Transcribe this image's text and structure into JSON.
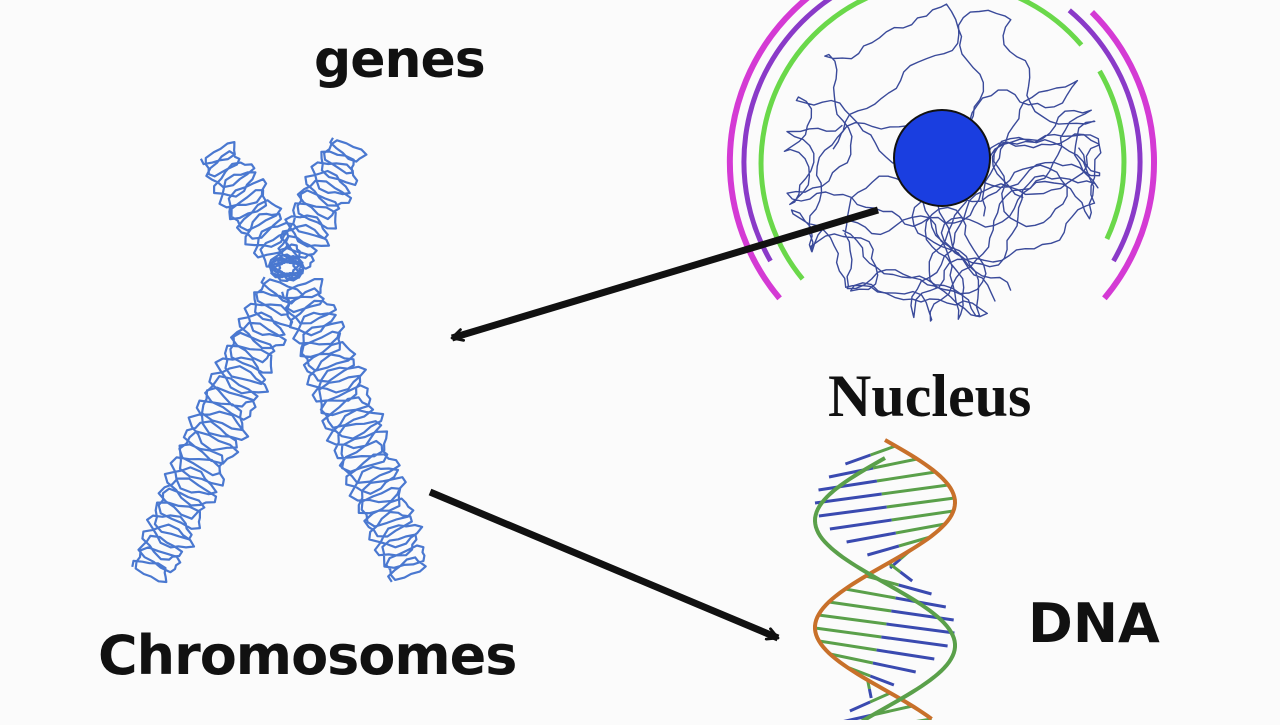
{
  "labels": {
    "genes": "genes",
    "chromosomes": "Chromosomes",
    "nucleus": "Nucleus",
    "dna": "DNA"
  },
  "colors": {
    "chromatin": "#4a78d0",
    "nucleolus": "#1a3ee0",
    "nuclear_dna": "#3a4a9a",
    "membrane_outer": "#d43ad4",
    "membrane_purple": "#8a3ac8",
    "membrane_green": "#6ad84a",
    "arrow": "#111111",
    "dna_backbone": "#c8702a",
    "dna_rungs": "#5aa04a",
    "dna_bases": "#3a4ab0"
  }
}
